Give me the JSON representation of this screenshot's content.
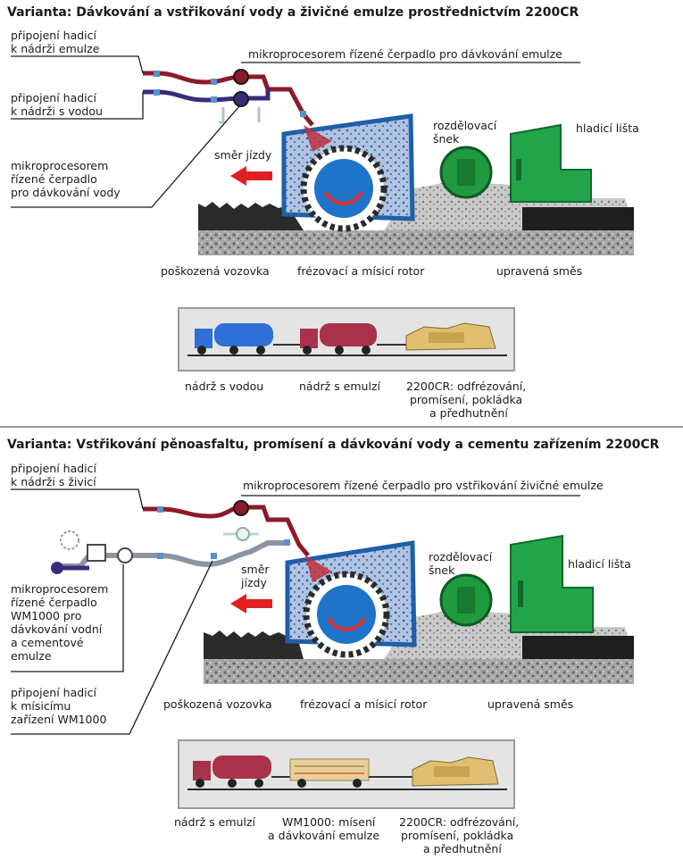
{
  "section1": {
    "title": "Varianta: Dávkování a vstřikování vody a živičné emulze prostřednictvím 2200CR",
    "hose_emulsion": [
      "připojení hadicí",
      "k nádrži emulze"
    ],
    "hose_water": [
      "připojení hadicí",
      "k nádrži s vodou"
    ],
    "pump_emulsion": "mikroprocesorem řízené čerpadlo pro dávkování emulze",
    "pump_water": [
      "mikroprocesorem",
      "řízené čerpadlo",
      "pro dávkování vody"
    ],
    "direction": "směr jízdy",
    "auger": [
      "rozdělovací",
      "šnek"
    ],
    "screed": "hladicí lišta",
    "damaged_road": "poškozená vozovka",
    "rotor": "frézovací a mísicí rotor",
    "mix": "upravená směs",
    "train_labels": {
      "water_tank": "nádrž s vodou",
      "emulsion_tank": "nádrž s emulzí",
      "machine": [
        "2200CR: odfrézování,",
        "promísení, pokládka",
        "a předhutnění"
      ]
    }
  },
  "section2": {
    "title": "Varianta: Vstřikování pěnoasfaltu, promísení a dávkování vody a cementu zařízením 2200CR",
    "hose_bitumen": [
      "připojení hadicí",
      "k nádrži s živicí"
    ],
    "pump_bitumen": "mikroprocesorem řízené čerpadlo pro vstřikování živičné emulze",
    "pump_wm": [
      "mikroprocesorem",
      "řízené čerpadlo",
      "WM1000 pro",
      "dávkování vodní",
      "a cementové",
      "emulze"
    ],
    "hose_mixer": [
      "připojení hadicí",
      "k mísicímu",
      "zařízení WM1000"
    ],
    "direction": [
      "směr",
      "jízdy"
    ],
    "auger": [
      "rozdělovací",
      "šnek"
    ],
    "screed": "hladicí lišta",
    "damaged_road": "poškozená vozovka",
    "rotor": "frézovací a mísicí rotor",
    "mix": "upravená směs",
    "train_labels": {
      "emulsion_tank": "nádrž s emulzí",
      "wm1000": [
        "WM1000: mísení",
        "a dávkování emulze"
      ],
      "machine": [
        "2200CR: odfrézování,",
        "promísení, pokládka",
        "a předhutnění"
      ]
    }
  },
  "colors": {
    "emulsion_pipe": "#8b1a2a",
    "water_pipe": "#3a2b7a",
    "grey_pipe": "#8a94a3",
    "machine_blue": "#1f5fa8",
    "screed_green": "#1aa24a",
    "arrow_red": "#e02020",
    "panel_bg": "#e4e4e4"
  }
}
